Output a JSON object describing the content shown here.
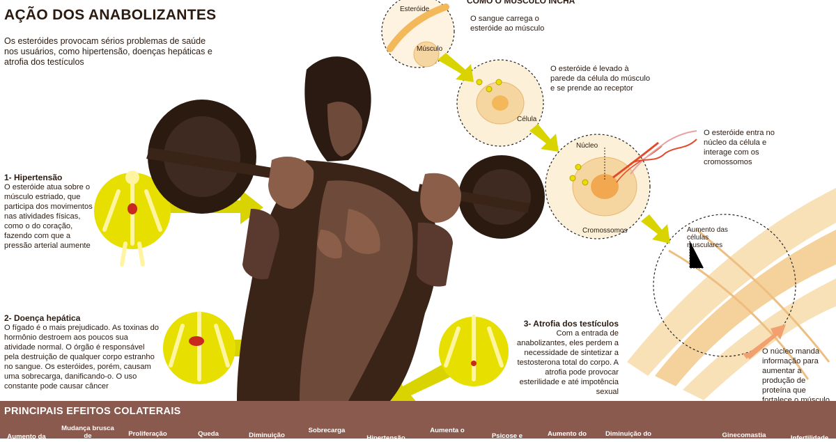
{
  "title": "AÇÃO DOS ANABOLIZANTES",
  "intro": "Os esteróides provocam sérios problemas de saúde nos usuários, como hipertensão, doenças hepáticas e atrofia dos testículos",
  "side_effects": [
    {
      "heading": "1- Hipertensão",
      "text": "O esteróide atua sobre o músculo estriado, que participa dos movimentos nas atividades físicas, como o do coração, fazendo com que a pressão arterial aumente"
    },
    {
      "heading": "2- Doença hepática",
      "text": "O fígado é o mais prejudicado. As toxinas do hormônio destroem aos poucos sua atividade normal. O órgão é responsável pela destruição de qualquer corpo estranho no sangue. Os esteróides, porém, causam uma sobrecarga, danificando-o. O uso constante pode causar câncer"
    },
    {
      "heading": "3- Atrofia dos testículos",
      "text": "Com a entrada de anabolizantes, eles perdem a necessidade de sintetizar a testosterona total do corpo. A atrofia pode provocar esterilidade e até impotência sexual"
    }
  ],
  "muscle_process": {
    "title": "COMO O MÚSCULO INCHA",
    "steps": [
      "O sangue carrega o esteróide ao músculo",
      "O esteróide é levado à parede da célula do músculo e se prende ao receptor",
      "O esteróide entra no núcleo da célula e interage com os cromossomos",
      "O núcleo manda informação para aumentar a produção de proteína que fortalece o músculo"
    ],
    "labels": {
      "steroid": "Esteróide",
      "muscle": "Músculo",
      "cell": "Célula",
      "nucleus": "Núcleo",
      "chromosomes": "Cromossomos",
      "cells_increase": "Aumento das células musculares"
    }
  },
  "bottom": {
    "title": "PRINCIPAIS EFEITOS COLATERAIS",
    "effects": [
      "Aumento da",
      "Mudança brusca de",
      "Proliferação",
      "Queda",
      "Diminuição",
      "Sobrecarga",
      "Hipertensão",
      "Aumenta o",
      "Psicose e",
      "Aumento do",
      "Diminuição do",
      "Ginecomastia",
      "Infertilidade"
    ]
  },
  "colors": {
    "accent_yellow": "#e6df00",
    "arrow_yellow": "#d9d400",
    "bar_brown": "#8a5a4e",
    "skin_dark": "#5a3a2e",
    "muscle_orange": "#f2c27a"
  }
}
